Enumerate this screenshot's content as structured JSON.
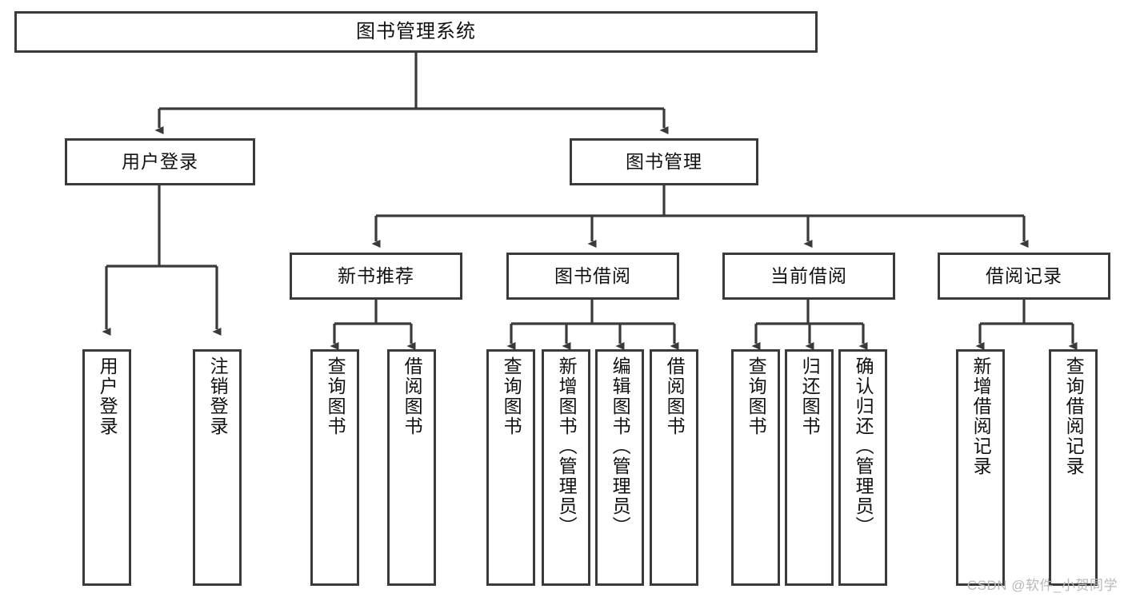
{
  "diagram": {
    "title": "图书管理系统",
    "type": "tree",
    "colors": {
      "background": "#ffffff",
      "border": "#3a3a3a",
      "line": "#3a3a3a",
      "text": "#111111",
      "watermark": "#b9b9b9"
    },
    "root": {
      "label": "图书管理系统"
    },
    "level2": [
      {
        "label": "用户登录"
      },
      {
        "label": "图书管理"
      }
    ],
    "level3": [
      {
        "label": "新书推荐"
      },
      {
        "label": "图书借阅"
      },
      {
        "label": "当前借阅"
      },
      {
        "label": "借阅记录"
      }
    ],
    "leaves_user_login": [
      {
        "label": "用户登录"
      },
      {
        "label": "注销登录"
      }
    ],
    "leaves_new_book": [
      {
        "label": "查询图书"
      },
      {
        "label": "借阅图书"
      }
    ],
    "leaves_borrow": [
      {
        "label": "查询图书"
      },
      {
        "label": "新增图书（管理员）"
      },
      {
        "label": "编辑图书（管理员）"
      },
      {
        "label": "借阅图书"
      }
    ],
    "leaves_current": [
      {
        "label": "查询图书"
      },
      {
        "label": "归还图书"
      },
      {
        "label": "确认归还（管理员）"
      }
    ],
    "leaves_record": [
      {
        "label": "新增借阅记录"
      },
      {
        "label": "查询借阅记录"
      }
    ]
  },
  "watermark": "CSDN @软件_小贺同学"
}
